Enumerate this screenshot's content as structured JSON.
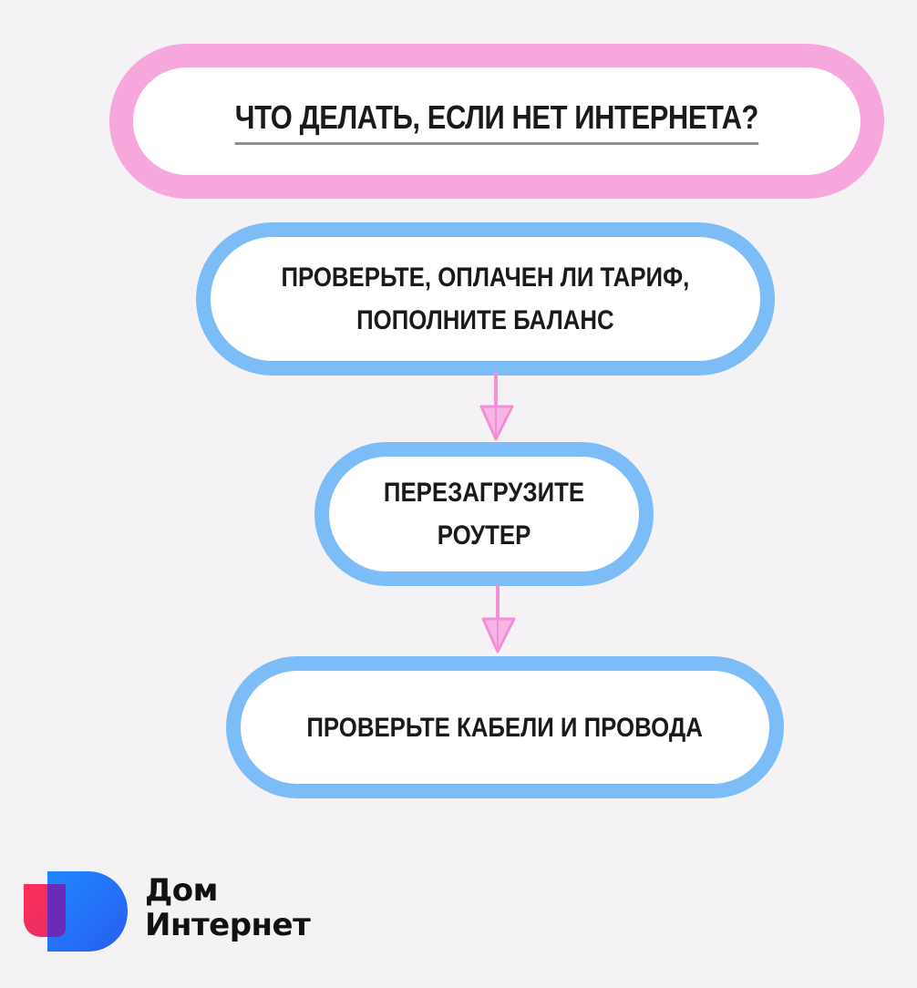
{
  "title": "ЧТО ДЕЛАТЬ, ЕСЛИ НЕТ ИНТЕРНЕТА?",
  "steps": [
    {
      "text": "ПРОВЕРЬТЕ, ОПЛАЧЕН ЛИ ТАРИФ,\nПОПОЛНИТЕ БАЛАНС"
    },
    {
      "text": "ПЕРЕЗАГРУЗИТЕ\nРОУТЕР"
    },
    {
      "text": "ПРОВЕРЬТЕ КАБЕЛИ И ПРОВОДА"
    }
  ],
  "logo": {
    "line1": "Дом",
    "line2": "Интернет"
  },
  "colors": {
    "background": "#f4f2f4",
    "title_border": "#f6a7dc",
    "step_border": "#7cbdf8",
    "arrow": "#f28fd6",
    "logo_blue": "#2f6cf2",
    "logo_red": "#f0305a"
  }
}
